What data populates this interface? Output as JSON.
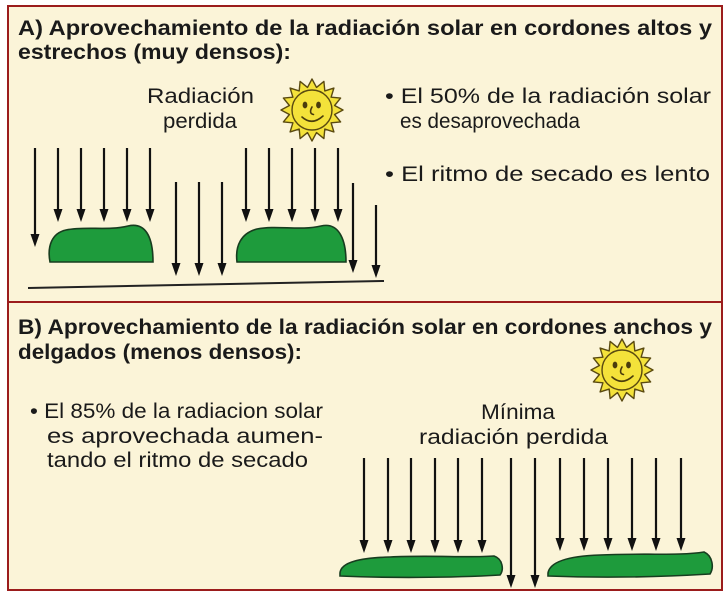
{
  "colors": {
    "background": "#fbf4d8",
    "border": "#9b1c1c",
    "mound": "#1e9b3c",
    "sun": "#f4e23a",
    "arrow": "#111111"
  },
  "icons": {
    "sun": "sun-icon"
  },
  "panel_a": {
    "title_lines": [
      "A) Aprovechamiento de la radiación solar en cordones altos y",
      "estrechos (muy densos):"
    ],
    "label_lines": [
      "Radiación",
      "perdida"
    ],
    "bullet_1_lines": [
      "• El 50% de la radiación solar",
      "es desaprovechada"
    ],
    "bullet_2_lines": [
      "• El ritmo de secado es lento"
    ]
  },
  "panel_b": {
    "title_lines": [
      "B) Aprovechamiento de la radiación solar en cordones anchos y",
      "delgados (menos densos):"
    ],
    "label_lines": [
      "Mínima",
      "radiación perdida"
    ],
    "bullet_1_lines": [
      "• El 85% de la radiacion solar",
      "es aprovechada aumen-",
      "tando el ritmo de secado"
    ]
  }
}
